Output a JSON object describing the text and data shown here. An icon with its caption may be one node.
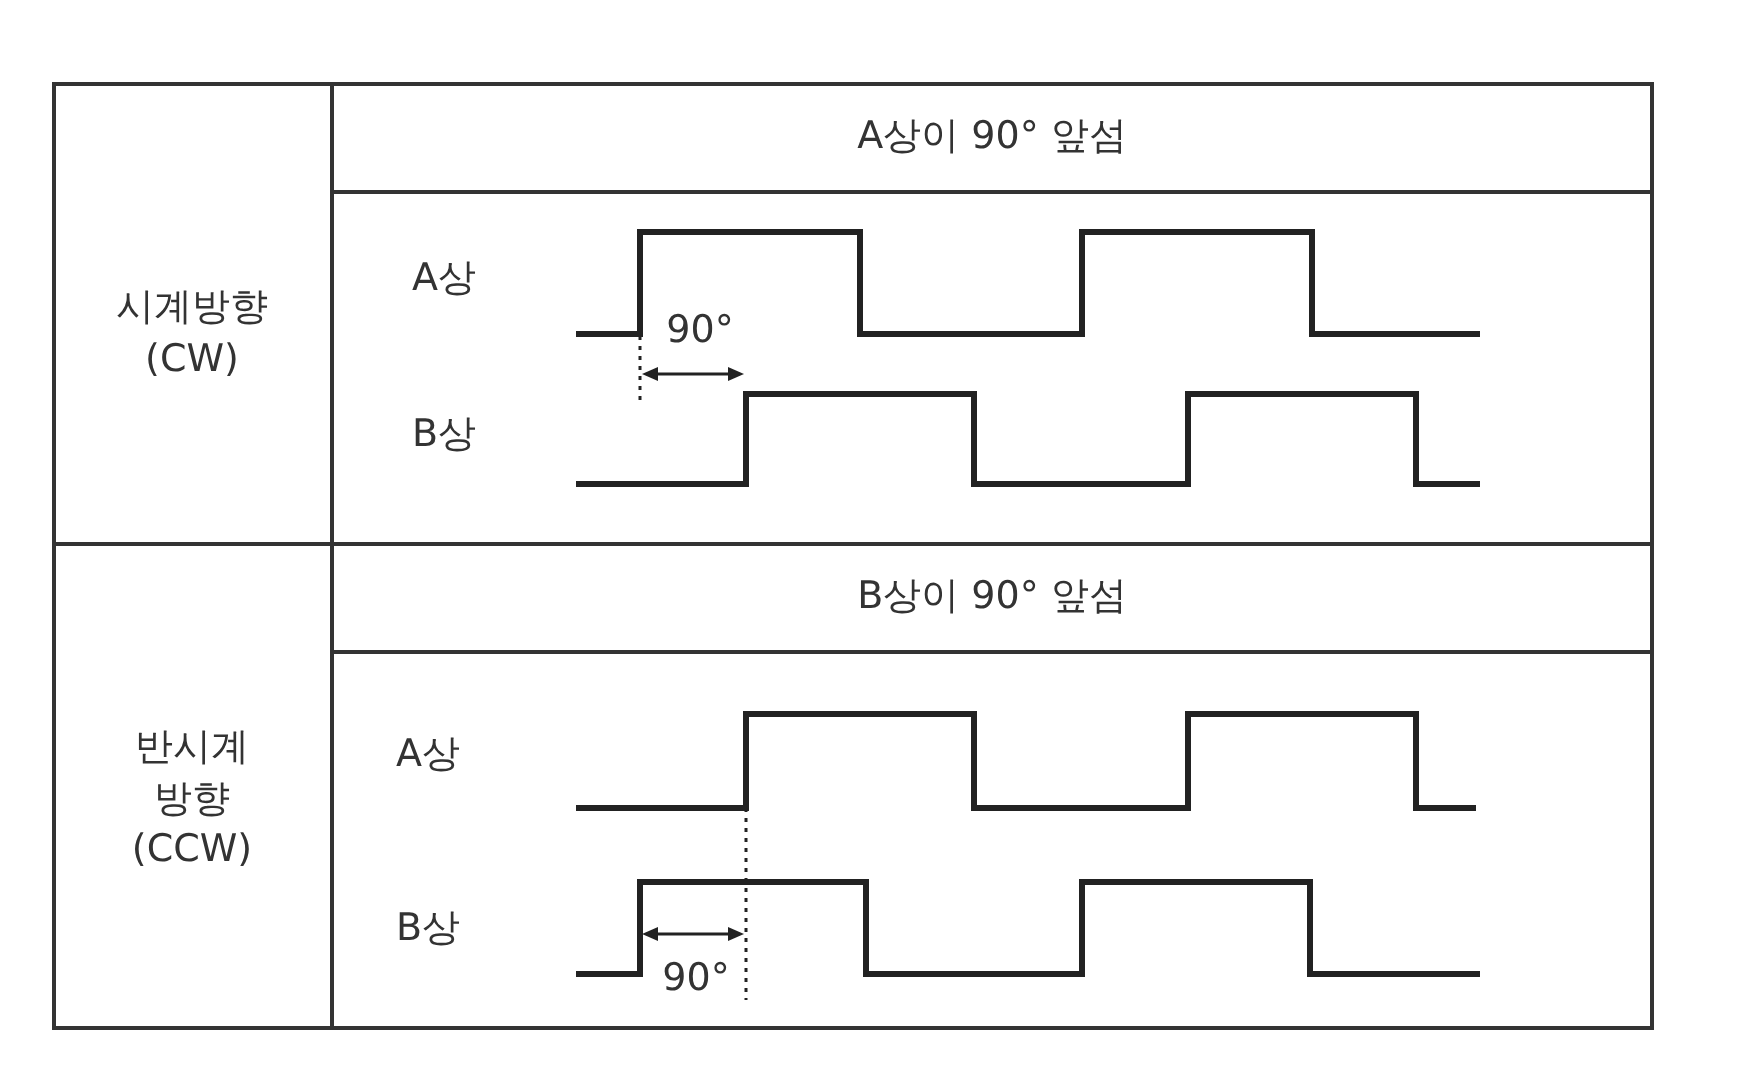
{
  "diagram": {
    "labels": [
      "A상이 90° 앞섬",
      "시계방향 (CW)",
      "A상",
      "90°",
      "B상",
      "B상이 90° 앞섬",
      "반시계 방향 (CCW)",
      "A상",
      "B상",
      "90°"
    ]
  }
}
